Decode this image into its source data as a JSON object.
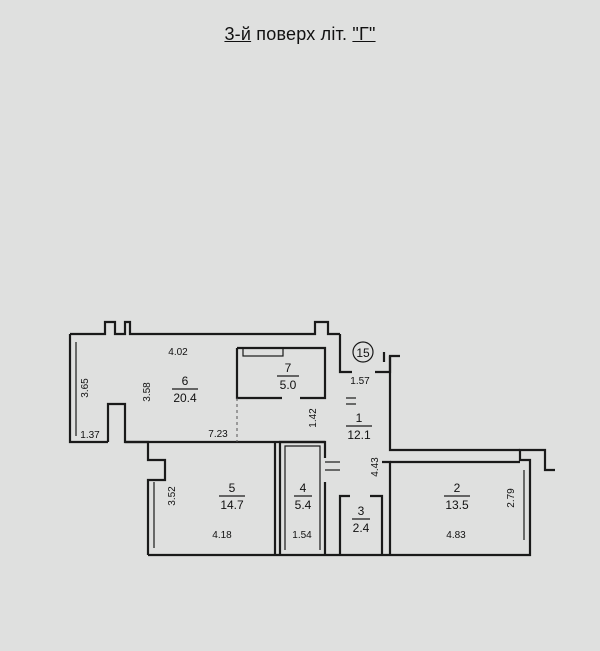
{
  "title": {
    "prefix": "3-й",
    "middle": " поверх літ. ",
    "letter": "\"Г\""
  },
  "plan": {
    "marker": "15",
    "rooms": [
      {
        "num": "1",
        "area": "12.1"
      },
      {
        "num": "2",
        "area": "13.5"
      },
      {
        "num": "3",
        "area": "2.4"
      },
      {
        "num": "4",
        "area": "5.4"
      },
      {
        "num": "5",
        "area": "14.7"
      },
      {
        "num": "6",
        "area": "20.4"
      },
      {
        "num": "7",
        "area": "5.0"
      }
    ],
    "dimensions": {
      "d_402": "4.02",
      "d_365": "3.65",
      "d_358": "3.58",
      "d_137": "1.37",
      "d_723": "7.23",
      "d_142": "1.42",
      "d_157": "1.57",
      "d_443": "4.43",
      "d_352": "3.52",
      "d_418": "4.18",
      "d_154": "1.54",
      "d_483": "4.83",
      "d_279": "2.79"
    }
  }
}
